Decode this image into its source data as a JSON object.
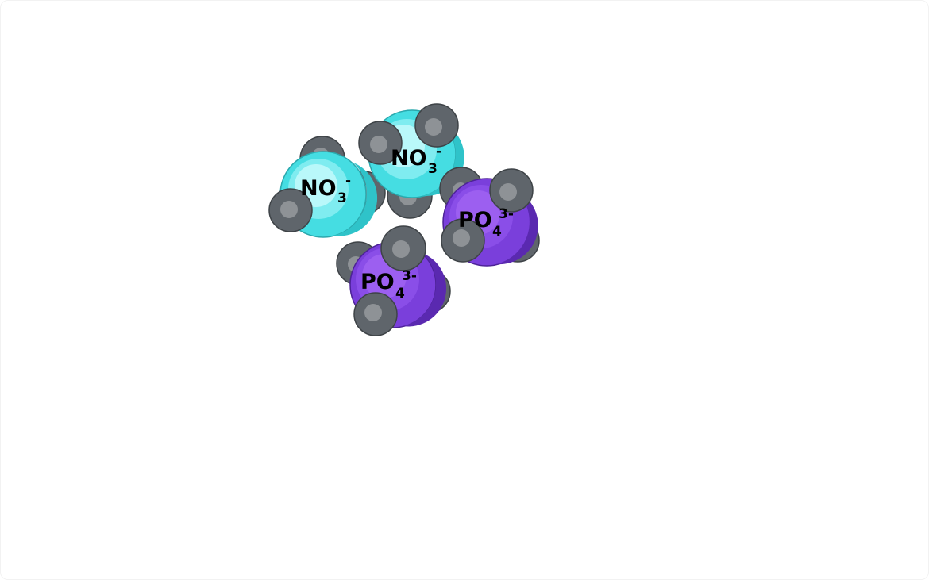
{
  "colors": {
    "oxygen_fill": "#5f656b",
    "oxygen_highlight": "#8e9296",
    "oxygen_stroke": "#3e4347",
    "nitrate_fill": "#45dde2",
    "nitrate_highlight": "#b9f8fa",
    "nitrate_shade": "#2fc3c9",
    "phosphate_fill": "#7a3fdb",
    "phosphate_highlight": "#9c5ff0",
    "phosphate_shade": "#5a29b0",
    "background": "#ffffff"
  },
  "ions": [
    {
      "id": "nitrate-1",
      "kind": "nitrate",
      "formula_main": "NO",
      "formula_sub": "3",
      "formula_charge": "-"
    },
    {
      "id": "nitrate-2",
      "kind": "nitrate",
      "formula_main": "NO",
      "formula_sub": "3",
      "formula_charge": "-"
    },
    {
      "id": "phosphate-1",
      "kind": "phosphate",
      "formula_main": "PO",
      "formula_sub": "4",
      "formula_charge": "3-"
    },
    {
      "id": "phosphate-2",
      "kind": "phosphate",
      "formula_main": "PO",
      "formula_sub": "4",
      "formula_charge": "3-"
    }
  ]
}
